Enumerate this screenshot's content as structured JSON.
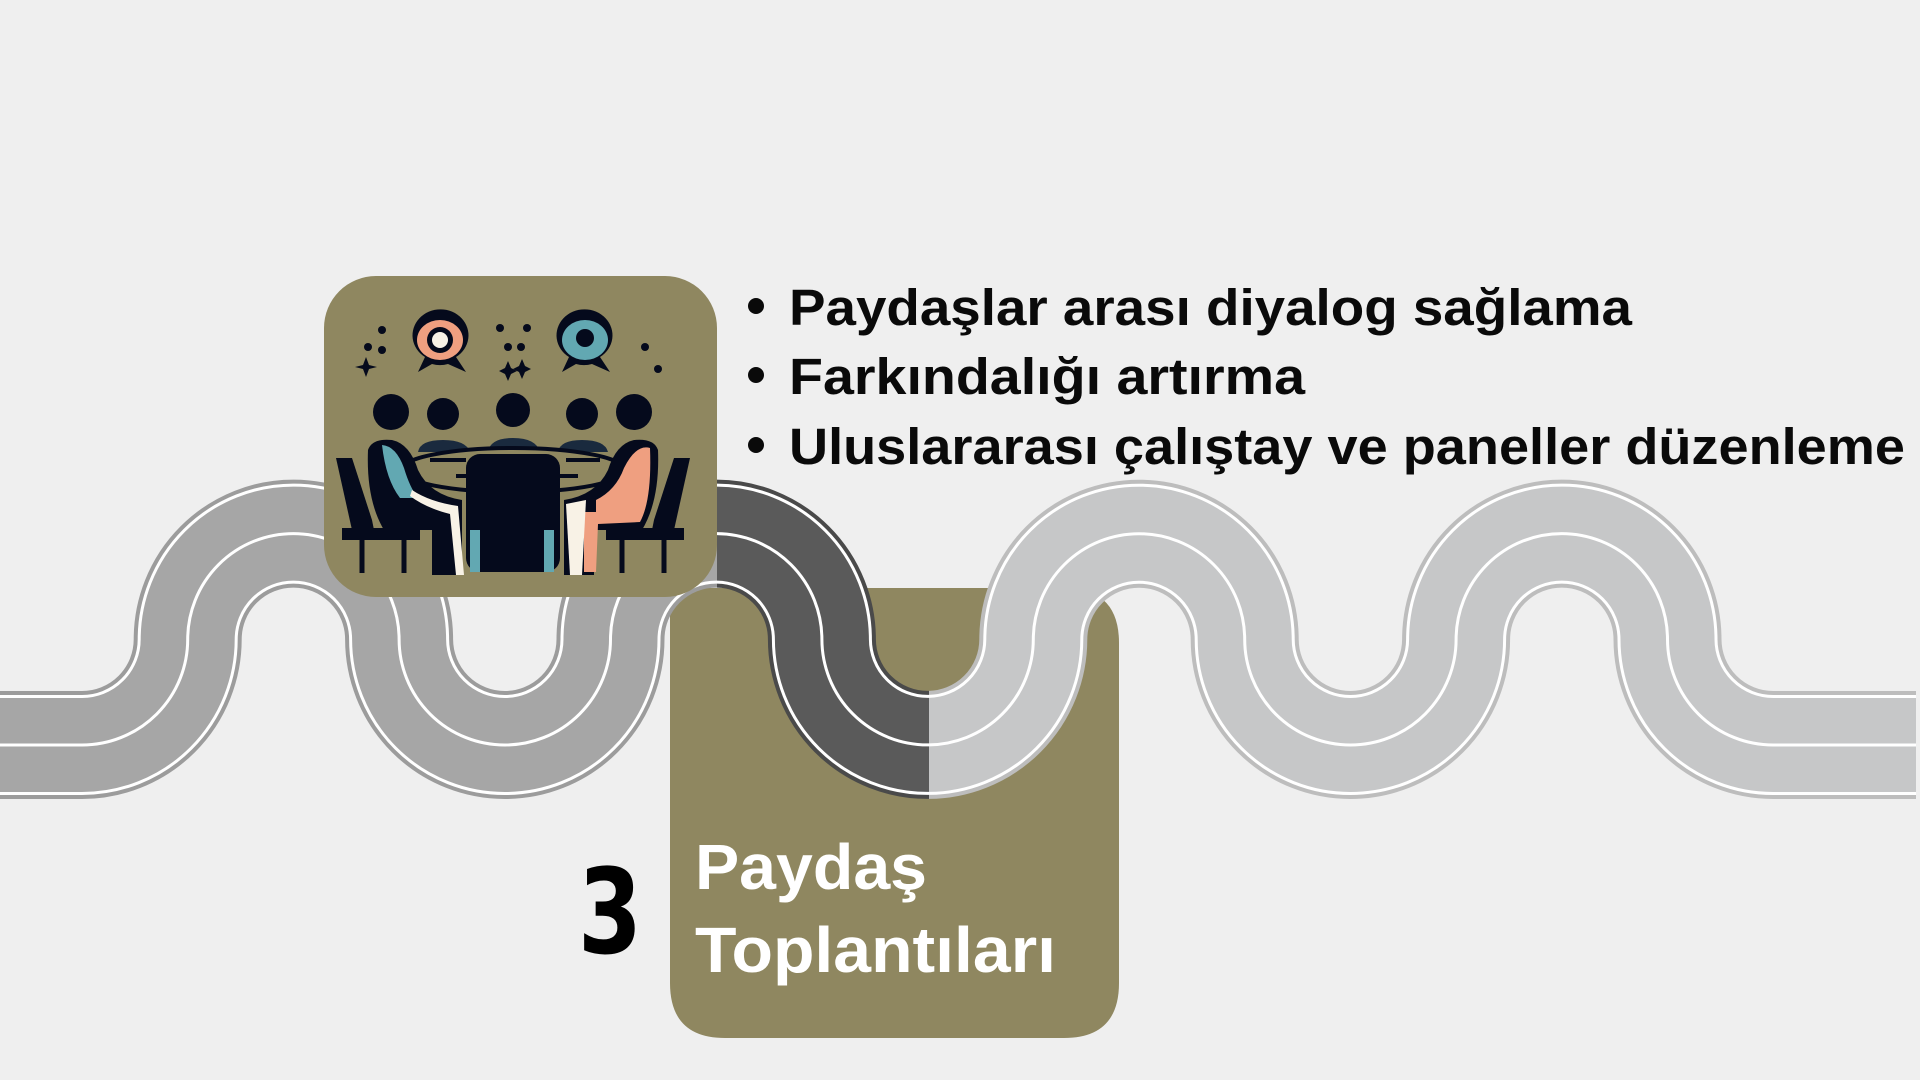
{
  "slide": {
    "background": "#efefef",
    "step": {
      "number": "3",
      "title_line1": "Paydaş",
      "title_line2": "Toplantıları",
      "box_color": "#8f8760"
    },
    "bullets": [
      "Paydaşlar arası diyalog sağlama",
      "Farkındalığı artırma",
      "Uluslararası çalıştay ve paneller düzenleme"
    ],
    "icon": {
      "name": "meeting-table-icon",
      "box_color": "#8f8760",
      "colors": {
        "dark": "#050a1c",
        "salmon": "#ef9f80",
        "teal": "#62a8b2",
        "cream": "#f8f2e6"
      }
    },
    "road": {
      "colors": {
        "past": "#a6a6a6",
        "current": "#5a5a5a",
        "future": "#c6c7c8",
        "line": "#ffffff"
      }
    }
  }
}
